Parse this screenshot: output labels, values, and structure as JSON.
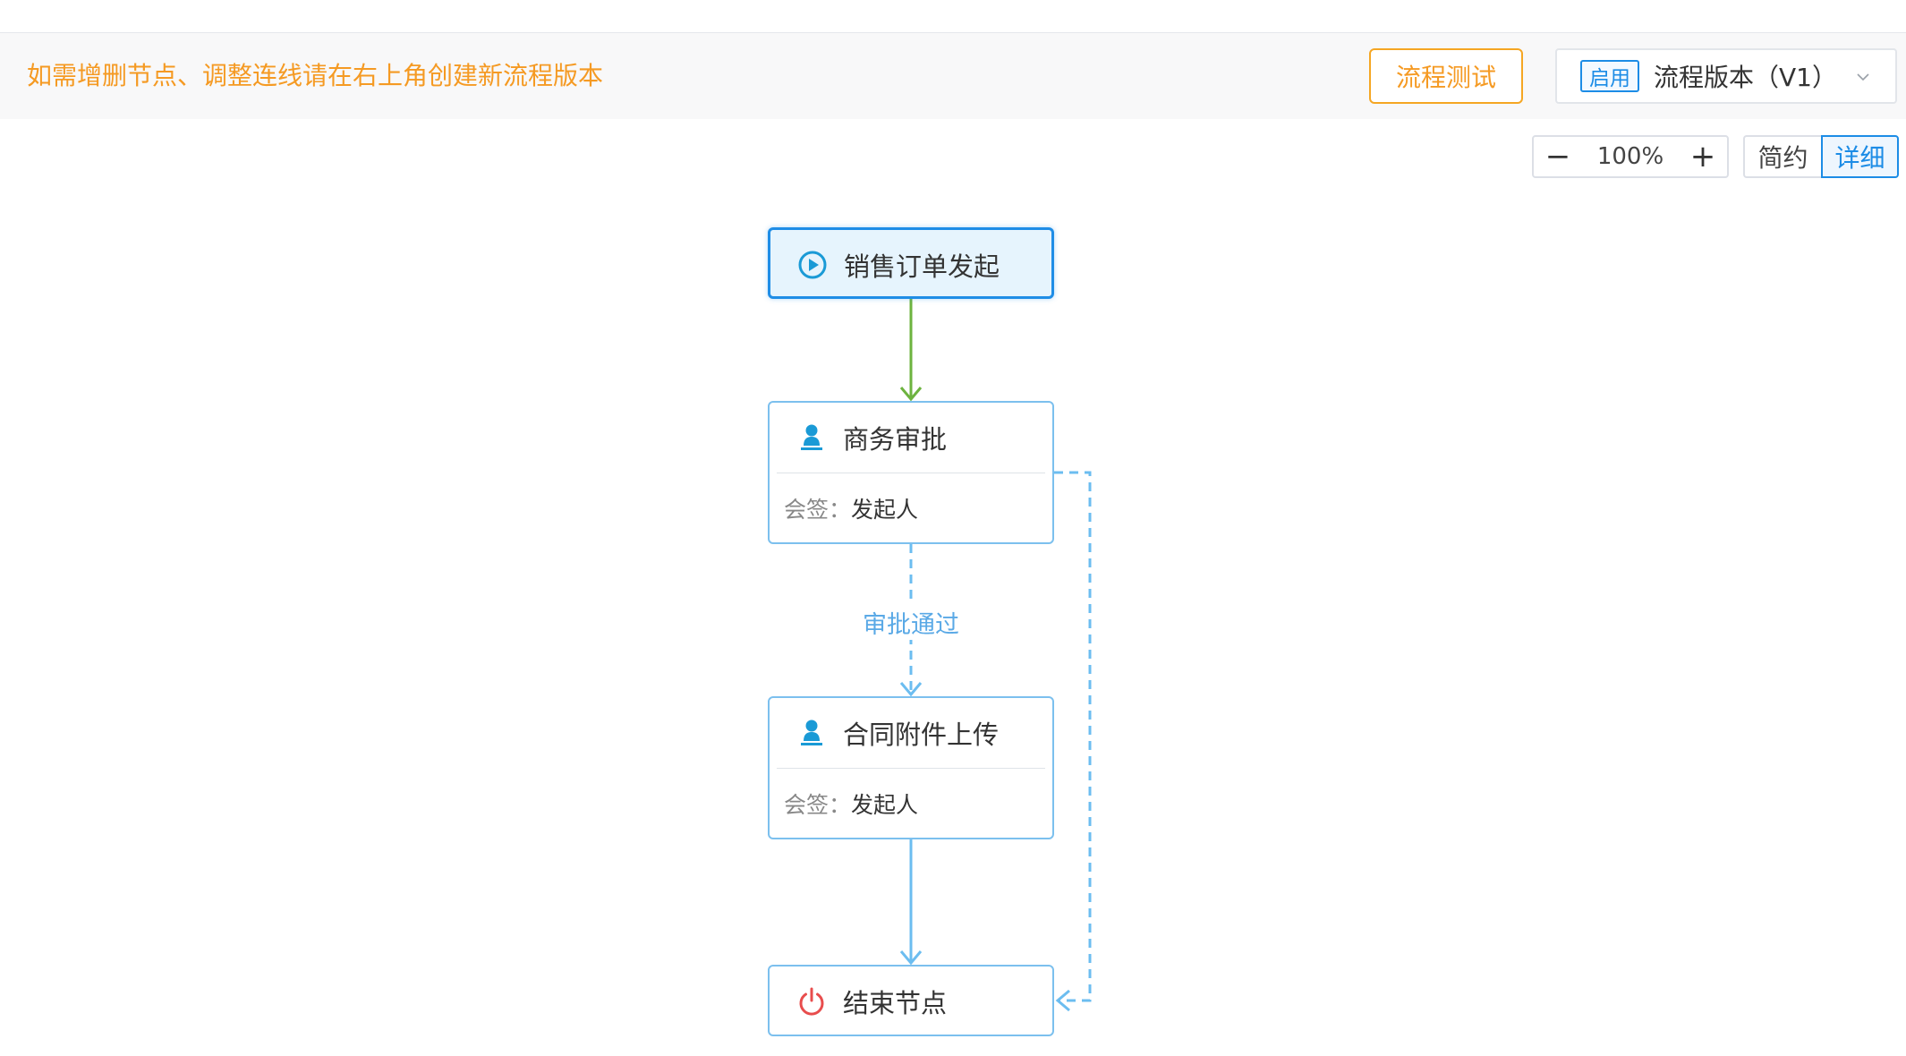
{
  "notice": {
    "text": "如需增删节点、调整连线请在右上角创建新流程版本"
  },
  "toolbar": {
    "test_button": "流程测试",
    "version_badge": "启用",
    "version_label": "流程版本（V1）"
  },
  "zoom": {
    "minus": "−",
    "value": "100%",
    "plus": "+"
  },
  "view_toggle": {
    "simple": "简约",
    "detail": "详细",
    "selected": "详细"
  },
  "flow": {
    "start": {
      "title": "销售订单发起"
    },
    "approve": {
      "title": "商务审批",
      "sub_label": "会签：",
      "sub_value": "发起人"
    },
    "upload": {
      "title": "合同附件上传",
      "sub_label": "会签：",
      "sub_value": "发起人"
    },
    "end": {
      "title": "结束节点"
    },
    "edge_label": "审批通过"
  },
  "colors": {
    "notice": "#f59a23",
    "accent": "#1c8ce6",
    "start_edge": "#6db33f",
    "edge": "#6cbdf0",
    "end_icon": "#e84d4d",
    "user_icon": "#1a9ad6"
  },
  "icons": {
    "start": "play-circle-icon",
    "approve": "user-icon",
    "upload": "user-icon",
    "end": "power-icon",
    "dropdown": "chevron-down-icon"
  }
}
